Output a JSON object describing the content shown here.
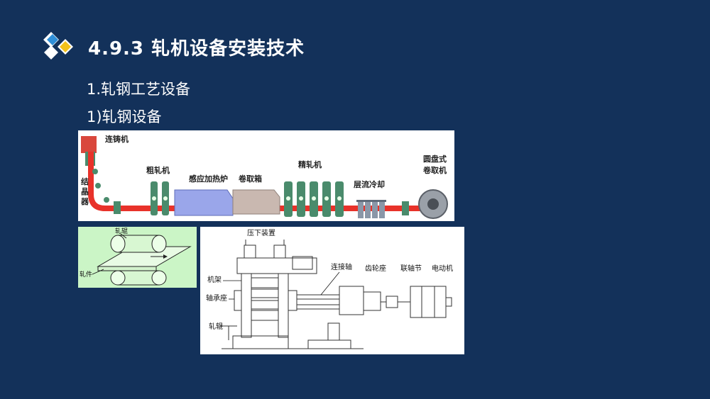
{
  "slide": {
    "title": "4.9.3  轧机设备安装技术",
    "subtitle1": "1.轧钢工艺设备",
    "subtitle2": "1)轧钢设备",
    "logo_icon": "diamond-cluster-icon",
    "colors": {
      "background": "#13315a",
      "logo_blue": "#2f8fd8",
      "logo_yellow": "#f4c21a",
      "logo_white": "#ffffff",
      "steel_red": "#e8322a",
      "stand_green": "#4a8b6c",
      "furnace_blue": "#9aa6ea",
      "coilbox_tan": "#c9b8b0",
      "roll_bg_green": "#cbf5c6"
    }
  },
  "production_line": {
    "labels": {
      "caster": "连铸机",
      "crystallizer": "结\n晶\n器",
      "rough_mill": "粗轧机",
      "induction_furnace": "感应加热炉",
      "coil_box": "卷取箱",
      "finishing_mill": "精轧机",
      "laminar_cooling": "层流冷却",
      "coiler_line1": "圆盘式",
      "coiler_line2": "卷取机"
    }
  },
  "rolling_diagram": {
    "labels": {
      "roll": "轧辊",
      "workpiece": "轧件"
    }
  },
  "mill_stand_diagram": {
    "labels": {
      "screwdown": "压下装置",
      "frame": "机架",
      "bearing_seat": "轴承座",
      "roll": "轧辊",
      "connecting_shaft": "连接轴",
      "gear_seat": "齿轮座",
      "coupling": "联轴节",
      "motor": "电动机"
    }
  }
}
